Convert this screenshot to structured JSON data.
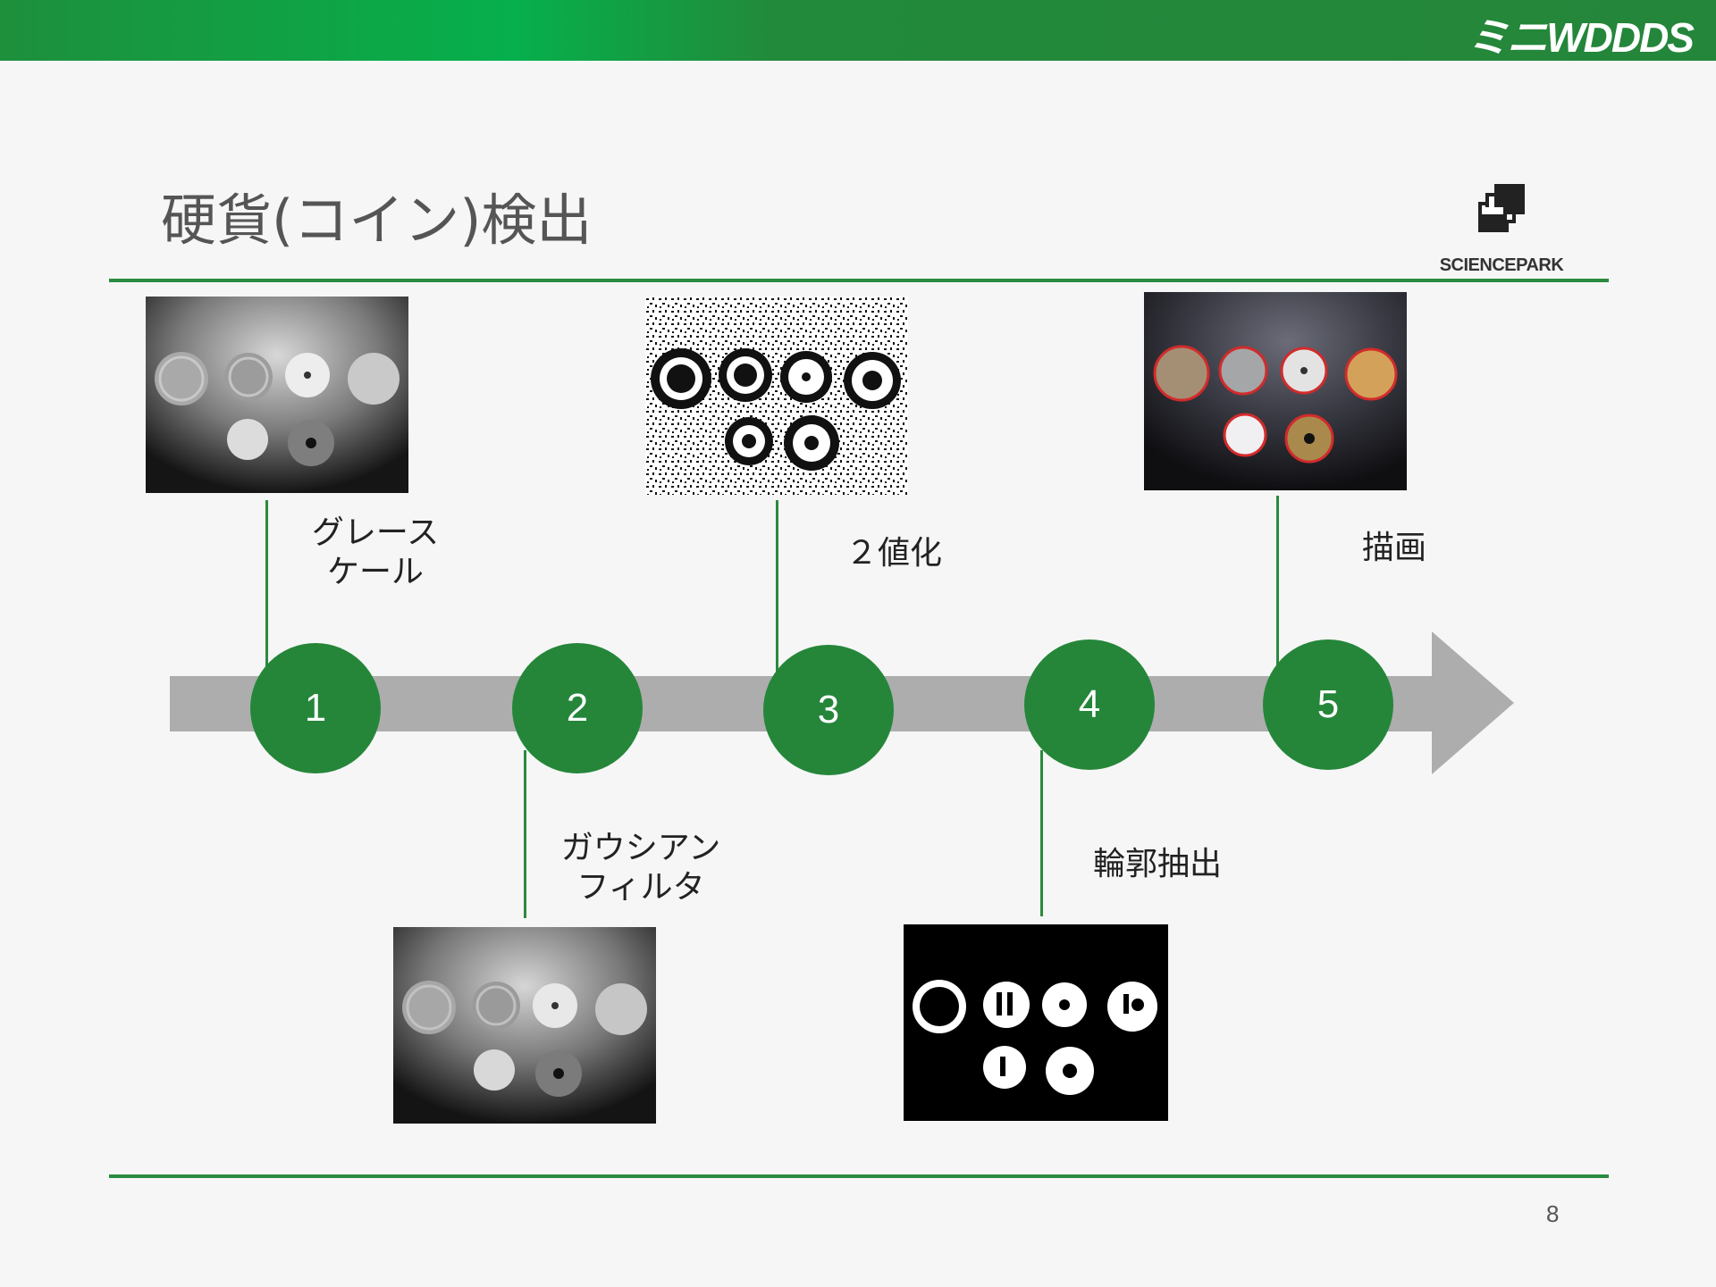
{
  "header": {
    "brand": "ミニWDDDS"
  },
  "slide": {
    "title": "硬貨(コイン)検出",
    "page_number": "8"
  },
  "logo": {
    "text": "SCIENCEPARK",
    "icon": "stacked-squares-logo-icon"
  },
  "steps": [
    {
      "number": "1",
      "label_line1": "グレース",
      "label_line2": "ケール"
    },
    {
      "number": "2",
      "label_line1": "ガウシアン",
      "label_line2": "フィルタ"
    },
    {
      "number": "3",
      "label_line1": "２値化",
      "label_line2": ""
    },
    {
      "number": "4",
      "label_line1": "輪郭抽出",
      "label_line2": ""
    },
    {
      "number": "5",
      "label_line1": "描画",
      "label_line2": ""
    }
  ],
  "colors": {
    "accent_green": "#25863a",
    "arrow_gray": "#adadad",
    "contour_red": "#d22b2b"
  }
}
